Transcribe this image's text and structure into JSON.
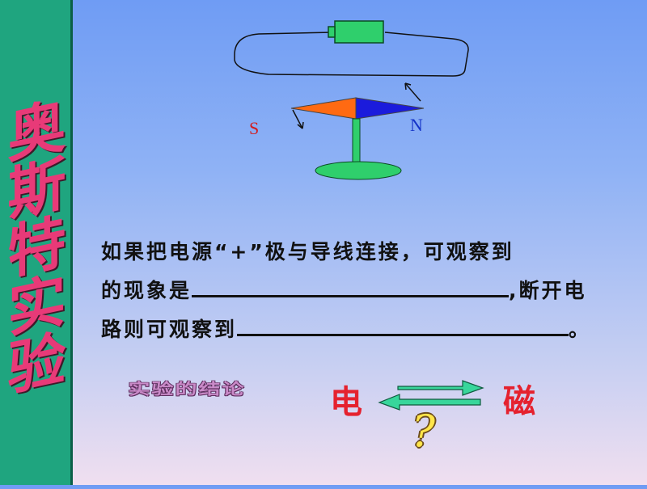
{
  "sidebar": {
    "title": "奥斯特实验"
  },
  "diagram": {
    "needle_s_label": "S",
    "needle_n_label": "N",
    "colors": {
      "battery": "#2fcf6c",
      "needle_south": "#ff6a12",
      "needle_north": "#1b1bdc",
      "stand": "#2fcf6c"
    }
  },
  "question": {
    "line1": "如果把电源“+”极与导线连接，可观察到",
    "line2_prefix": "的现象是",
    "line2_suffix": ",断开电",
    "line3_prefix": "路则可观察到",
    "line3_suffix": "。"
  },
  "conclusion": {
    "label": "实验的结论",
    "left_word": "电",
    "right_word": "磁",
    "question_mark": "?"
  },
  "colors": {
    "sidebar_bg": "#1fa57f",
    "sidebar_title": "#e83a78",
    "arrow_fill": "#38d69b"
  }
}
